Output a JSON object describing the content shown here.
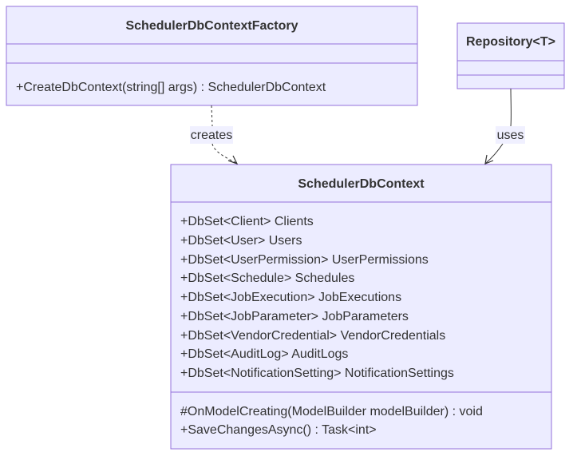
{
  "classes": {
    "factory": {
      "name": "SchedulerDbContextFactory",
      "attributes": [],
      "methods": [
        "+CreateDbContext(string[] args) : SchedulerDbContext"
      ]
    },
    "repository": {
      "name": "Repository<T>",
      "attributes": [],
      "methods": []
    },
    "context": {
      "name": "SchedulerDbContext",
      "attributes": [
        "+DbSet<Client> Clients",
        "+DbSet<User> Users",
        "+DbSet<UserPermission> UserPermissions",
        "+DbSet<Schedule> Schedules",
        "+DbSet<JobExecution> JobExecutions",
        "+DbSet<JobParameter> JobParameters",
        "+DbSet<VendorCredential> VendorCredentials",
        "+DbSet<AuditLog> AuditLogs",
        "+DbSet<NotificationSetting> NotificationSettings"
      ],
      "methods": [
        "#OnModelCreating(ModelBuilder modelBuilder) : void",
        "+SaveChangesAsync() : Task<int>"
      ]
    }
  },
  "relations": {
    "creates": {
      "from": "SchedulerDbContextFactory",
      "to": "SchedulerDbContext",
      "label": "creates",
      "line_style": "dashed"
    },
    "uses": {
      "from": "Repository<T>",
      "to": "SchedulerDbContext",
      "label": "uses",
      "line_style": "solid"
    }
  },
  "colors": {
    "class_fill": "#ECECFF",
    "class_border": "#9370DB",
    "text": "#333333",
    "edge": "#333333"
  }
}
